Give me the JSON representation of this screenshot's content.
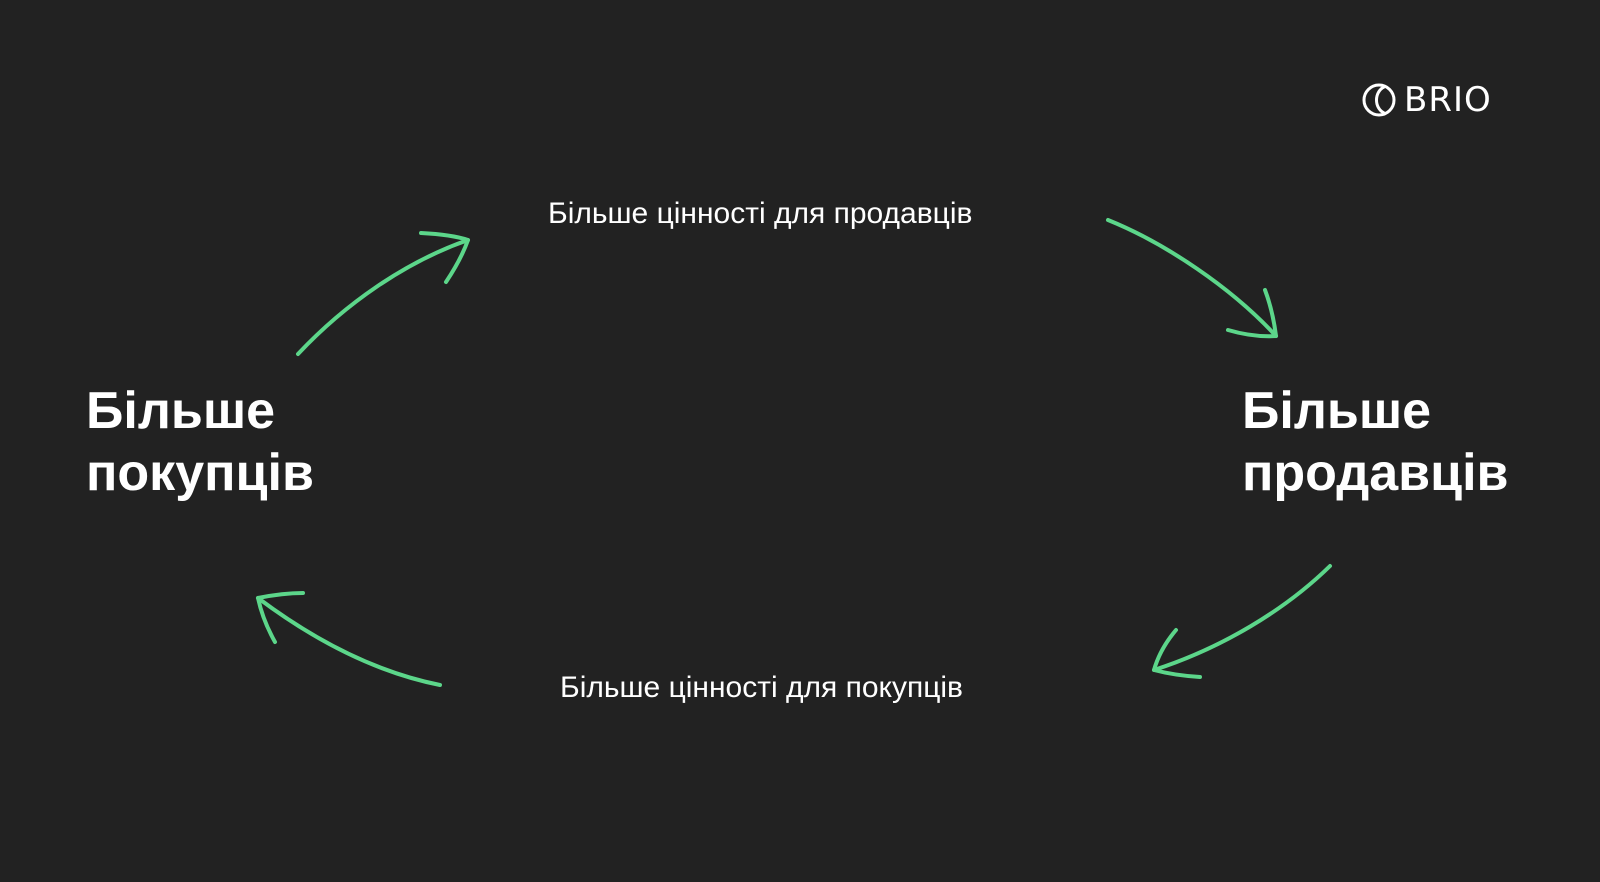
{
  "logo": {
    "text": "BRIO"
  },
  "nodes": {
    "left": {
      "line1": "Більше",
      "line2": "покупців"
    },
    "right": {
      "line1": "Більше",
      "line2": "продавців"
    }
  },
  "edges": {
    "top": "Більше цінності для продавців",
    "bottom": "Більше цінності для покупців"
  },
  "colors": {
    "background": "#222222",
    "arrow": "#5cd68a",
    "text": "#ffffff"
  }
}
